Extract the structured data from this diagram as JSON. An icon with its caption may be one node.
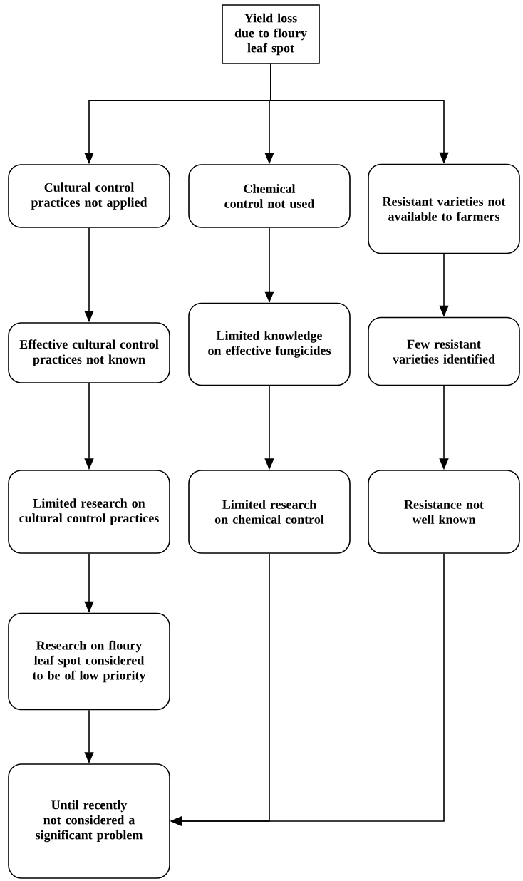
{
  "diagram": {
    "nodes": [
      {
        "text": [
          "Yield loss due to floury leaf spot"
        ]
      },
      {
        "text": [
          "Cultural control practices not applied"
        ]
      },
      {
        "text": [
          "Chemical control not used"
        ]
      },
      {
        "text": [
          "Resistant varieties not available to farmers"
        ]
      },
      {
        "text": [
          "Effective cultural control practices not known"
        ]
      },
      {
        "text": [
          "Limited knowledge on effective fungicides"
        ]
      },
      {
        "text": [
          "Few resistant varieties identified"
        ]
      },
      {
        "text": [
          "Limited research on cultural control practices"
        ]
      },
      {
        "text": [
          "Limited research on chemical control"
        ]
      },
      {
        "text": [
          "Resistance not well known"
        ]
      },
      {
        "text": [
          "Research on floury leaf spot considered to be of low priority"
        ]
      },
      {
        "text": [
          "Until recently not considered a significant problem"
        ]
      }
    ],
    "edges": [
      {
        "from": 0,
        "to": 1,
        "arrow": "to"
      },
      {
        "from": 0,
        "to": 2,
        "arrow": "to"
      },
      {
        "from": 0,
        "to": 3,
        "arrow": "to"
      },
      {
        "from": 1,
        "to": 4,
        "arrow": "to"
      },
      {
        "from": 2,
        "to": 5,
        "arrow": "to"
      },
      {
        "from": 3,
        "to": 6,
        "arrow": "to"
      },
      {
        "from": 4,
        "to": 7,
        "arrow": "to"
      },
      {
        "from": 5,
        "to": 8,
        "arrow": "to"
      },
      {
        "from": 6,
        "to": 9,
        "arrow": "to"
      },
      {
        "from": 7,
        "to": 10,
        "arrow": "to"
      },
      {
        "from": 10,
        "to": 11,
        "arrow": "to"
      },
      {
        "from": 8,
        "to": 11,
        "arrow": "to"
      },
      {
        "from": 9,
        "to": 11,
        "arrow": "to"
      }
    ]
  }
}
